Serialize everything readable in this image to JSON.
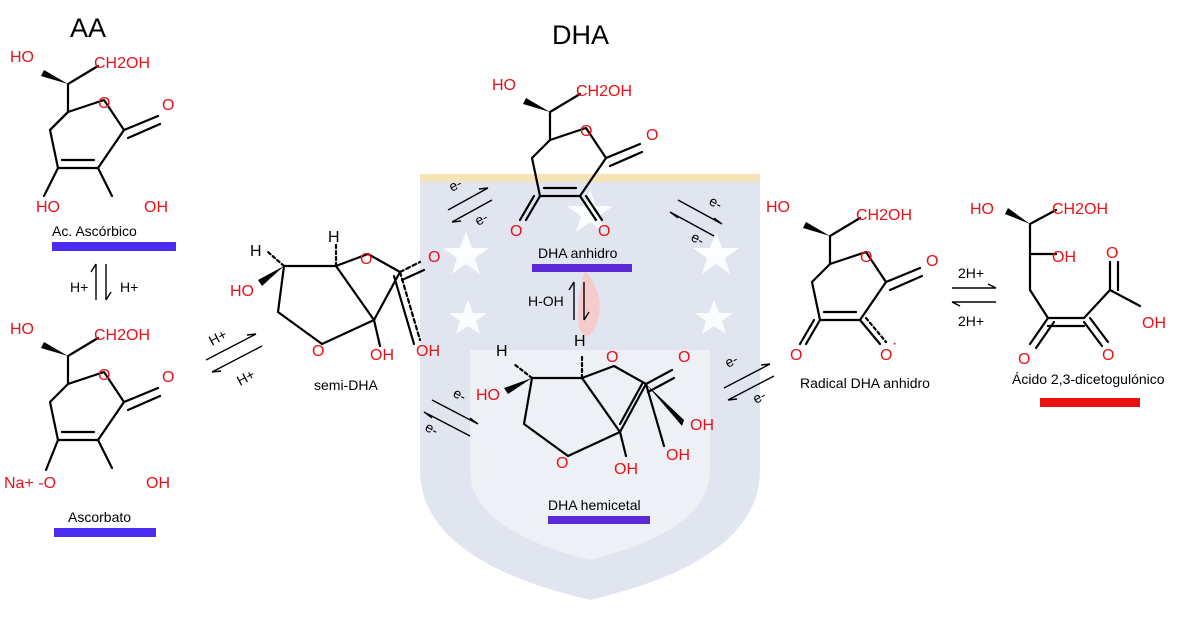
{
  "headings": {
    "aa": "AA",
    "dha": "DHA"
  },
  "compounds": {
    "acido_ascorbico": {
      "label": "Ac. Ascórbico",
      "bar_color": "#4a2cf0"
    },
    "ascorbato": {
      "label": "Ascorbato",
      "bar_color": "#4a2cf0"
    },
    "semi_dha": {
      "label": "semi-DHA"
    },
    "dha_anhidro": {
      "label": "DHA anhidro",
      "bar_color": "#5b2ad6"
    },
    "dha_hemicetal": {
      "label": "DHA hemicetal",
      "bar_color": "#5b2ad6"
    },
    "radical_dha": {
      "label": "Radical DHA anhidro"
    },
    "acido_dicetogulonico": {
      "label": "Ácido 2,3-dicetogulónico",
      "bar_color": "#e81010"
    }
  },
  "atoms": {
    "oh": "OH",
    "ho": "HO",
    "ch2oh": "CH2OH",
    "o": "O",
    "h": "H",
    "na_o": "Na+ -O",
    "o_minus": "O",
    "radical_dot": "·"
  },
  "reactions": {
    "h_plus": "H+",
    "e_minus": "e-",
    "water": "H-OH",
    "two_h_plus": "2H+"
  },
  "watermark": {
    "fill_color": "#dde3ee",
    "accent_color": "#f3e2b0",
    "flame_color": "#f6c6c6"
  }
}
